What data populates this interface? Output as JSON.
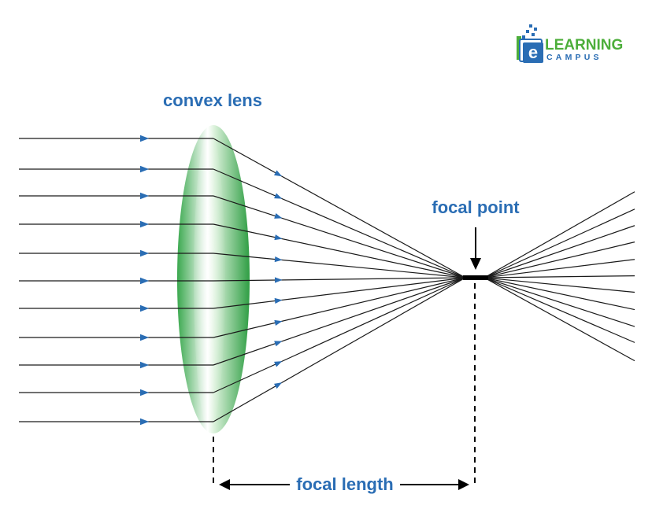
{
  "labels": {
    "lens": "convex lens",
    "focal_point": "focal point",
    "focal_length": "focal length"
  },
  "logo": {
    "line1": "LEARNING",
    "line2": "CAMPUS",
    "mark": "e"
  },
  "colors": {
    "label": "#2a6db4",
    "arrow": "#2a6db4",
    "ray": "#1a1a1a",
    "lens_center": "#ffffff",
    "lens_edge": "#2fa84a",
    "logo_green": "#4cae3a",
    "logo_blue": "#2a6db4"
  },
  "icons": [
    "ray-arrow-icon",
    "down-arrow-icon",
    "double-arrow-icon",
    "logo-icon"
  ]
}
